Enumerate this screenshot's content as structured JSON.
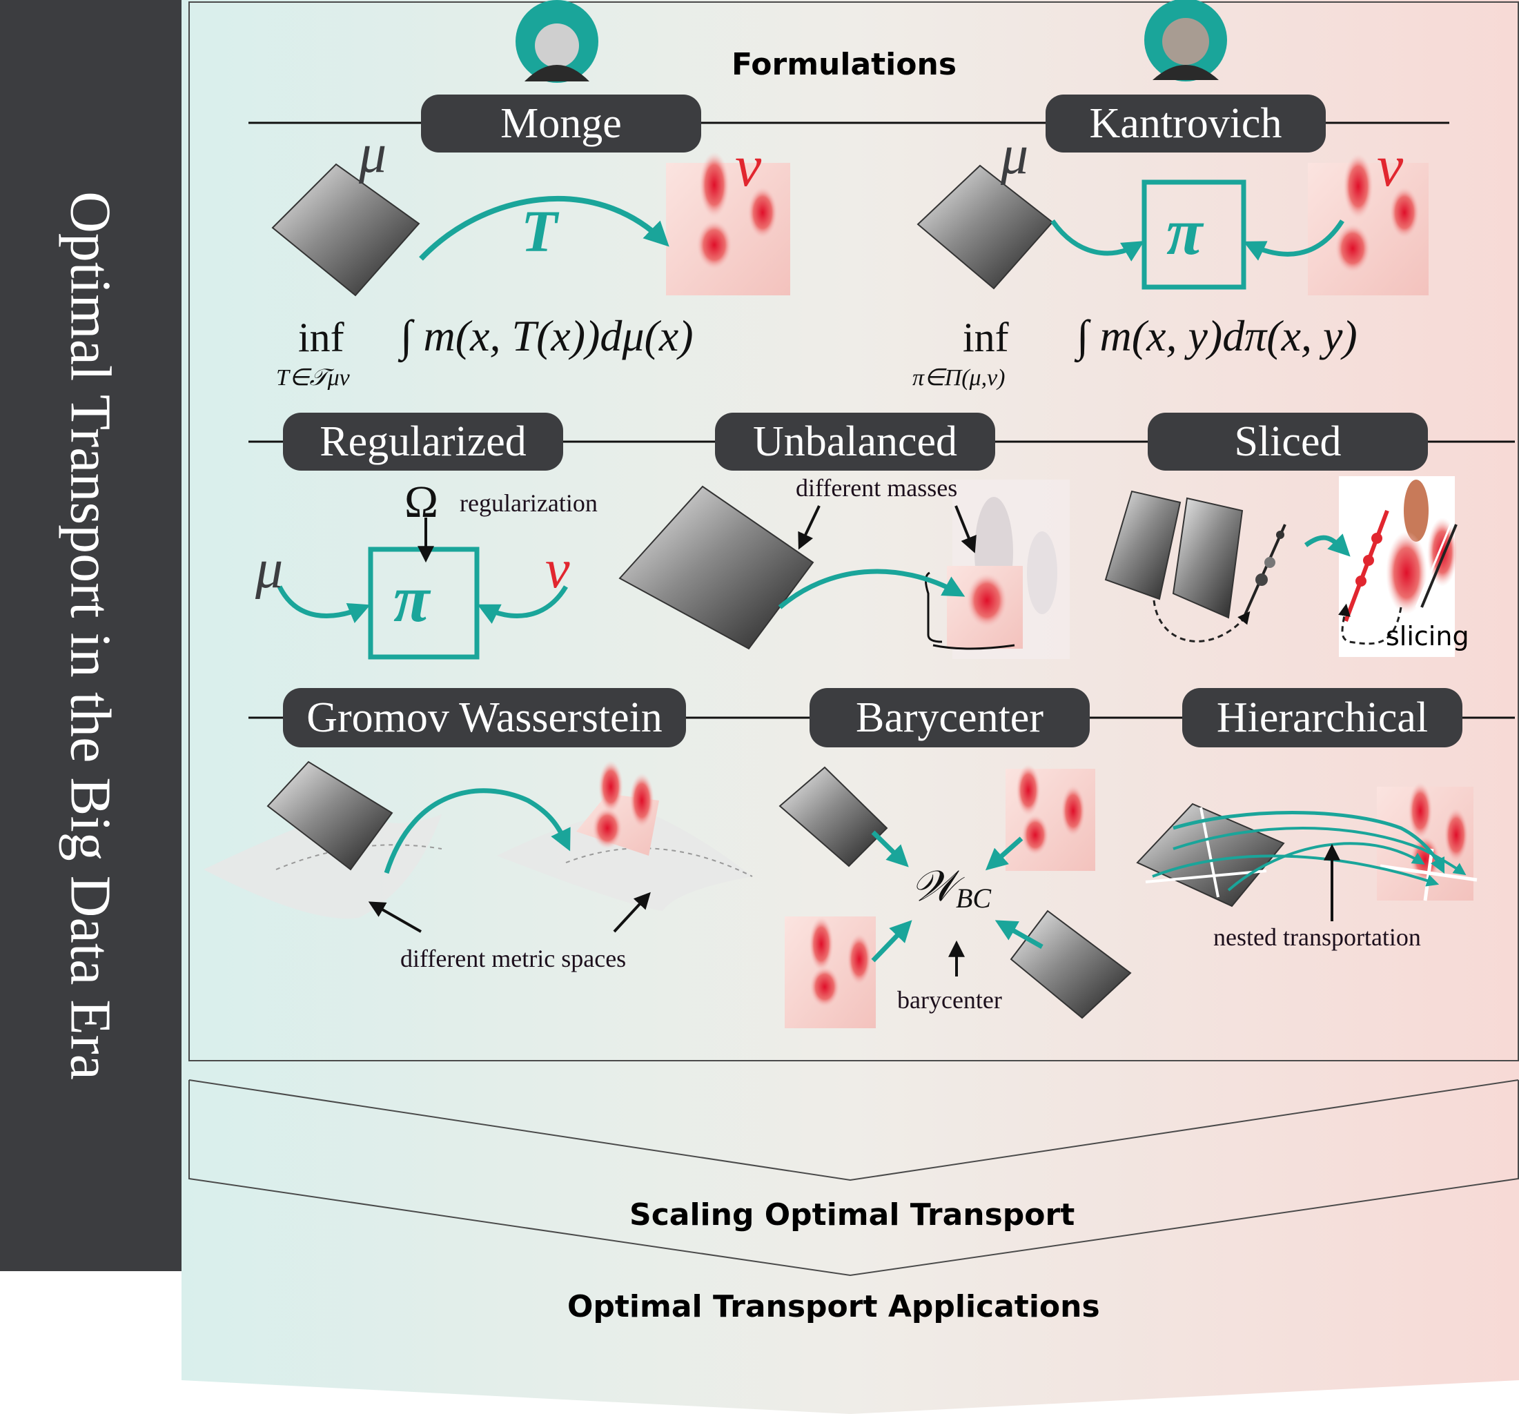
{
  "title": "Optimal Transport in the Big Data Era",
  "header": "Formulations",
  "colors": {
    "teal": "#1aa59a",
    "red": "#e1262f",
    "dark": "#3c3d40"
  },
  "sections": {
    "monge": {
      "label": "Monge",
      "mu": "μ",
      "nu": "ν",
      "map": "T",
      "formula_inf": "inf",
      "formula_sub": "T∈𝒯μν",
      "formula_body": "∫ m(x, T(x))dμ(x)"
    },
    "kantorovich": {
      "label": "Kantrovich",
      "mu": "μ",
      "nu": "ν",
      "plan": "π",
      "formula_inf": "inf",
      "formula_sub": "π∈Π(μ,ν)",
      "formula_body": "∫ m(x, y)dπ(x, y)"
    },
    "regularized": {
      "label": "Regularized",
      "omega": "Ω",
      "annotation": "regularization",
      "mu": "μ",
      "nu": "ν",
      "plan": "π"
    },
    "unbalanced": {
      "label": "Unbalanced",
      "annotation": "different masses"
    },
    "sliced": {
      "label": "Sliced",
      "annotation": "slicing"
    },
    "gromov": {
      "label": "Gromov Wasserstein",
      "annotation": "different metric spaces"
    },
    "barycenter": {
      "label": "Barycenter",
      "symbol": "𝒲",
      "symbol_sub": "BC",
      "annotation": "barycenter"
    },
    "hierarchical": {
      "label": "Hierarchical",
      "annotation": "nested transportation"
    }
  },
  "scaling": "Scaling Optimal Transport",
  "applications": "Optimal Transport Applications"
}
